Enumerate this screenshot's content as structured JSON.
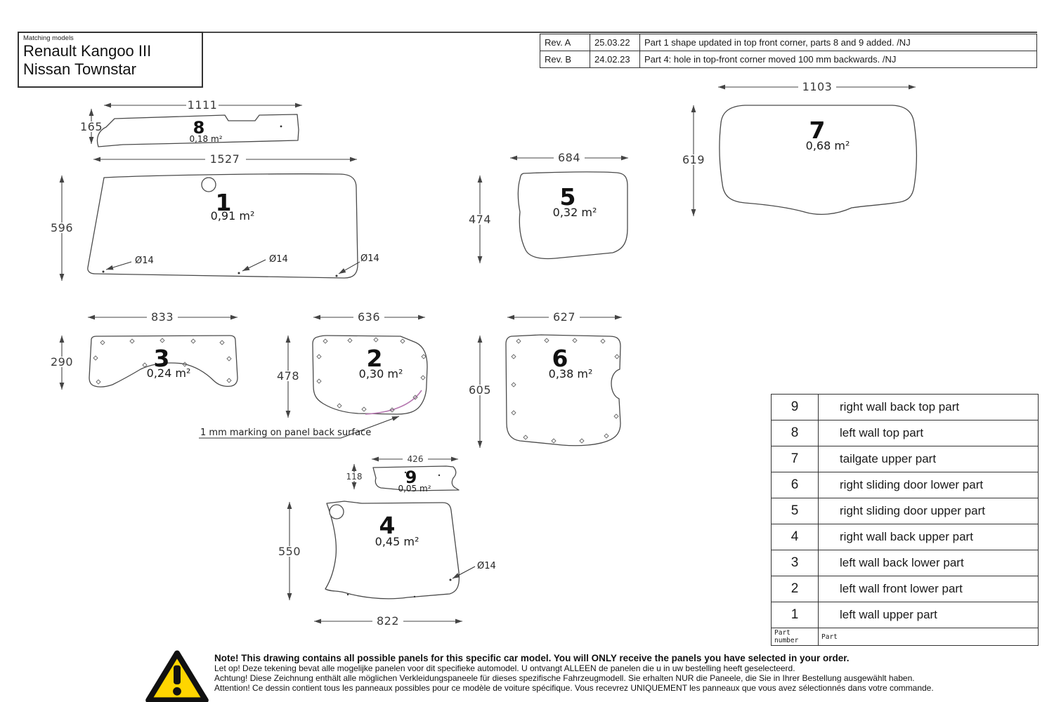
{
  "title_block": {
    "label": "Matching models",
    "model1": "Renault Kangoo III",
    "model2": "Nissan Townstar"
  },
  "revisions": [
    {
      "rev": "Rev. A",
      "date": "25.03.22",
      "desc": "Part 1 shape updated in top front corner, parts 8 and 9 added. /NJ"
    },
    {
      "rev": "Rev. B",
      "date": "24.02.23",
      "desc": "Part 4: hole in top-front corner moved 100 mm backwards. /NJ"
    }
  ],
  "parts": {
    "p1": {
      "number": "1",
      "area": "0,91 m²",
      "width": "1527",
      "height": "596",
      "hole_label": "Ø14"
    },
    "p2": {
      "number": "2",
      "area": "0,30 m²",
      "width": "636",
      "height": "478"
    },
    "p3": {
      "number": "3",
      "area": "0,24 m²",
      "width": "833",
      "height": "290"
    },
    "p4": {
      "number": "4",
      "area": "0,45 m²",
      "width": "822",
      "height": "550",
      "hole_label": "Ø14"
    },
    "p5": {
      "number": "5",
      "area": "0,32 m²",
      "width": "684",
      "height": "474"
    },
    "p6": {
      "number": "6",
      "area": "0,38 m²",
      "width": "627",
      "height": "605"
    },
    "p7": {
      "number": "7",
      "area": "0,68 m²",
      "width": "1103",
      "height": "619"
    },
    "p8": {
      "number": "8",
      "area": "0,18 m²",
      "width": "1111",
      "height": "165"
    },
    "p9": {
      "number": "9",
      "area": "0,05 m²",
      "width": "426",
      "height": "118"
    }
  },
  "callouts": {
    "marking": "1 mm marking on panel back surface"
  },
  "parts_table": {
    "footer": {
      "col1": "Part number",
      "col2": "Part"
    },
    "rows": [
      {
        "num": "9",
        "name": "right wall back top part"
      },
      {
        "num": "8",
        "name": "left wall top part"
      },
      {
        "num": "7",
        "name": "tailgate upper part"
      },
      {
        "num": "6",
        "name": "right sliding door lower part"
      },
      {
        "num": "5",
        "name": "right sliding door upper part"
      },
      {
        "num": "4",
        "name": "right wall back upper part"
      },
      {
        "num": "3",
        "name": "left wall back lower part"
      },
      {
        "num": "2",
        "name": "left wall front lower part"
      },
      {
        "num": "1",
        "name": "left wall upper part"
      }
    ]
  },
  "warning": {
    "note_bold": "Note! This drawing contains all possible panels for this specific car model. You will ONLY receive the panels you have selected in your order.",
    "line_nl": "Let op! Deze tekening bevat alle mogelijke panelen voor dit specifieke automodel. U ontvangt ALLEEN de panelen die u in uw bestelling heeft geselecteerd.",
    "line_de": "Achtung! Diese Zeichnung enthält alle möglichen Verkleidungspaneele für dieses spezifische Fahrzeugmodell. Sie erhalten NUR die Paneele, die Sie in Ihrer Bestellung ausgewählt haben.",
    "line_fr": "Attention! Ce dessin contient tous les panneaux possibles pour ce modèle de voiture spécifique. Vous recevrez UNIQUEMENT les panneaux que vous avez sélectionnés dans votre commande."
  },
  "colors": {
    "line": "#4a4a4a",
    "marking_pink": "#b678b0",
    "warning_yellow": "#FFD500"
  }
}
